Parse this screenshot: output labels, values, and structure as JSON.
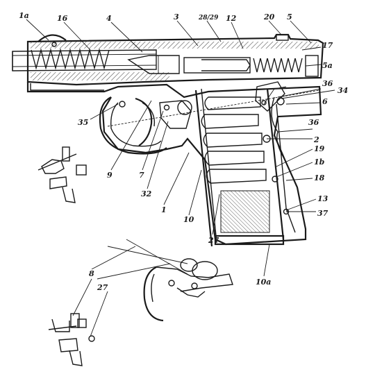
{
  "diagram": {
    "callouts": {
      "c_1a": "1a",
      "c_16": "16",
      "c_4": "4",
      "c_3": "3",
      "c_28_29": "28/29",
      "c_12": "12",
      "c_20": "20",
      "c_5": "5",
      "c_17": "17",
      "c_5a": "5a",
      "c_36_top": "36",
      "c_34": "34",
      "c_6": "6",
      "c_36_mid": "36",
      "c_2": "2",
      "c_19": "19",
      "c_1b": "1b",
      "c_18": "18",
      "c_13": "13",
      "c_37": "37",
      "c_35": "35",
      "c_9": "9",
      "c_7": "7",
      "c_32": "32",
      "c_1": "1",
      "c_10": "10",
      "c_27_grip": "27",
      "c_10a": "10a",
      "c_8": "8",
      "c_27_low": "27"
    },
    "style": {
      "ink": "#1a1a1a",
      "paper": "#ffffff",
      "hatch": "#555555"
    }
  }
}
